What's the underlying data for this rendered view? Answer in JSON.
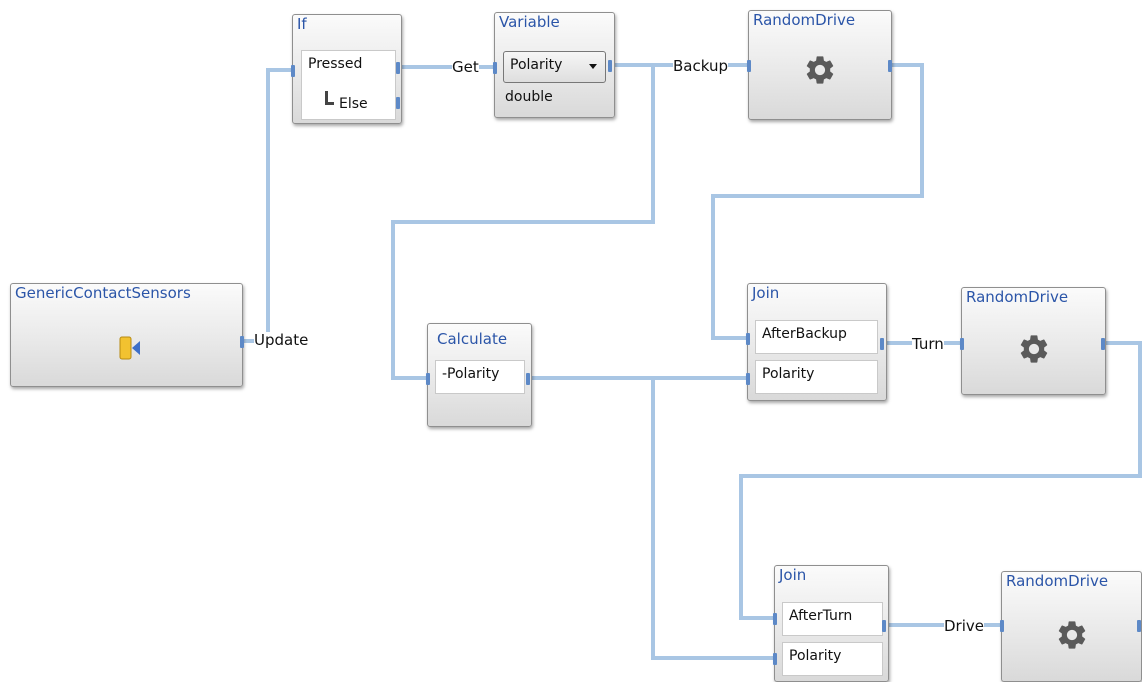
{
  "nodes": {
    "generic_contact_sensors": {
      "title": "GenericContactSensors",
      "icon": "bumper-sensor-icon"
    },
    "if": {
      "title": "If",
      "case": "Pressed",
      "else": "Else"
    },
    "variable": {
      "title": "Variable",
      "name": "Polarity",
      "type": "double"
    },
    "random_drive_1": {
      "title": "RandomDrive",
      "icon": "gear-icon"
    },
    "calculate": {
      "title": "Calculate",
      "expression": "-Polarity"
    },
    "join_1": {
      "title": "Join",
      "inputs": [
        "AfterBackup",
        "Polarity"
      ]
    },
    "random_drive_2": {
      "title": "RandomDrive",
      "icon": "gear-icon"
    },
    "join_2": {
      "title": "Join",
      "inputs": [
        "AfterTurn",
        "Polarity"
      ]
    },
    "random_drive_3": {
      "title": "RandomDrive",
      "icon": "gear-icon"
    }
  },
  "connections": {
    "update": "Update",
    "get": "Get",
    "backup": "Backup",
    "turn": "Turn",
    "drive": "Drive"
  },
  "colors": {
    "wire": "#a9c6e4",
    "pin": "#5d89c7",
    "title": "#2b55a8"
  }
}
